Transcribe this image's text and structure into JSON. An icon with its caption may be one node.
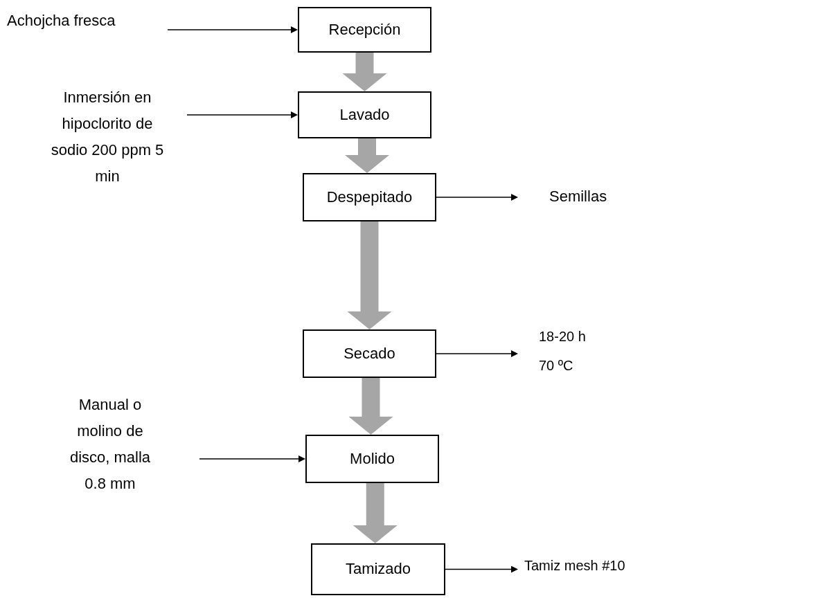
{
  "diagram": {
    "nodes": [
      {
        "text": [
          "Achojcha fresca"
        ]
      },
      {
        "text": [
          "Recepción"
        ]
      },
      {
        "text": [
          "Inmersión en hipoclorito de sodio 200 ppm 5 min"
        ]
      },
      {
        "text": [
          "Lavado"
        ]
      },
      {
        "text": [
          "Despepitado"
        ]
      },
      {
        "text": [
          "Semillas"
        ]
      },
      {
        "text": [
          "Secado"
        ]
      },
      {
        "text": [
          "18-20 h",
          "70 ºC"
        ]
      },
      {
        "text": [
          "Manual o molino de disco, malla 0.8 mm"
        ]
      },
      {
        "text": [
          "Molido"
        ]
      },
      {
        "text": [
          "Tamizado"
        ]
      },
      {
        "text": [
          "Tamiz mesh #10"
        ]
      }
    ],
    "edges": [
      {
        "from": 0,
        "to": 1,
        "arrow": "to"
      },
      {
        "from": 1,
        "to": 3,
        "arrow": "to",
        "style": "thick",
        "color": "#a6a6a6"
      },
      {
        "from": 2,
        "to": 3,
        "arrow": "to"
      },
      {
        "from": 3,
        "to": 4,
        "arrow": "to",
        "style": "thick",
        "color": "#a6a6a6"
      },
      {
        "from": 4,
        "to": 5,
        "arrow": "to"
      },
      {
        "from": 4,
        "to": 6,
        "arrow": "to",
        "style": "thick",
        "color": "#a6a6a6"
      },
      {
        "from": 6,
        "to": 7,
        "arrow": "to"
      },
      {
        "from": 6,
        "to": 9,
        "arrow": "to",
        "style": "thick",
        "color": "#a6a6a6"
      },
      {
        "from": 8,
        "to": 9,
        "arrow": "to"
      },
      {
        "from": 9,
        "to": 10,
        "arrow": "to",
        "style": "thick",
        "color": "#a6a6a6"
      },
      {
        "from": 10,
        "to": 11,
        "arrow": "to"
      }
    ]
  }
}
